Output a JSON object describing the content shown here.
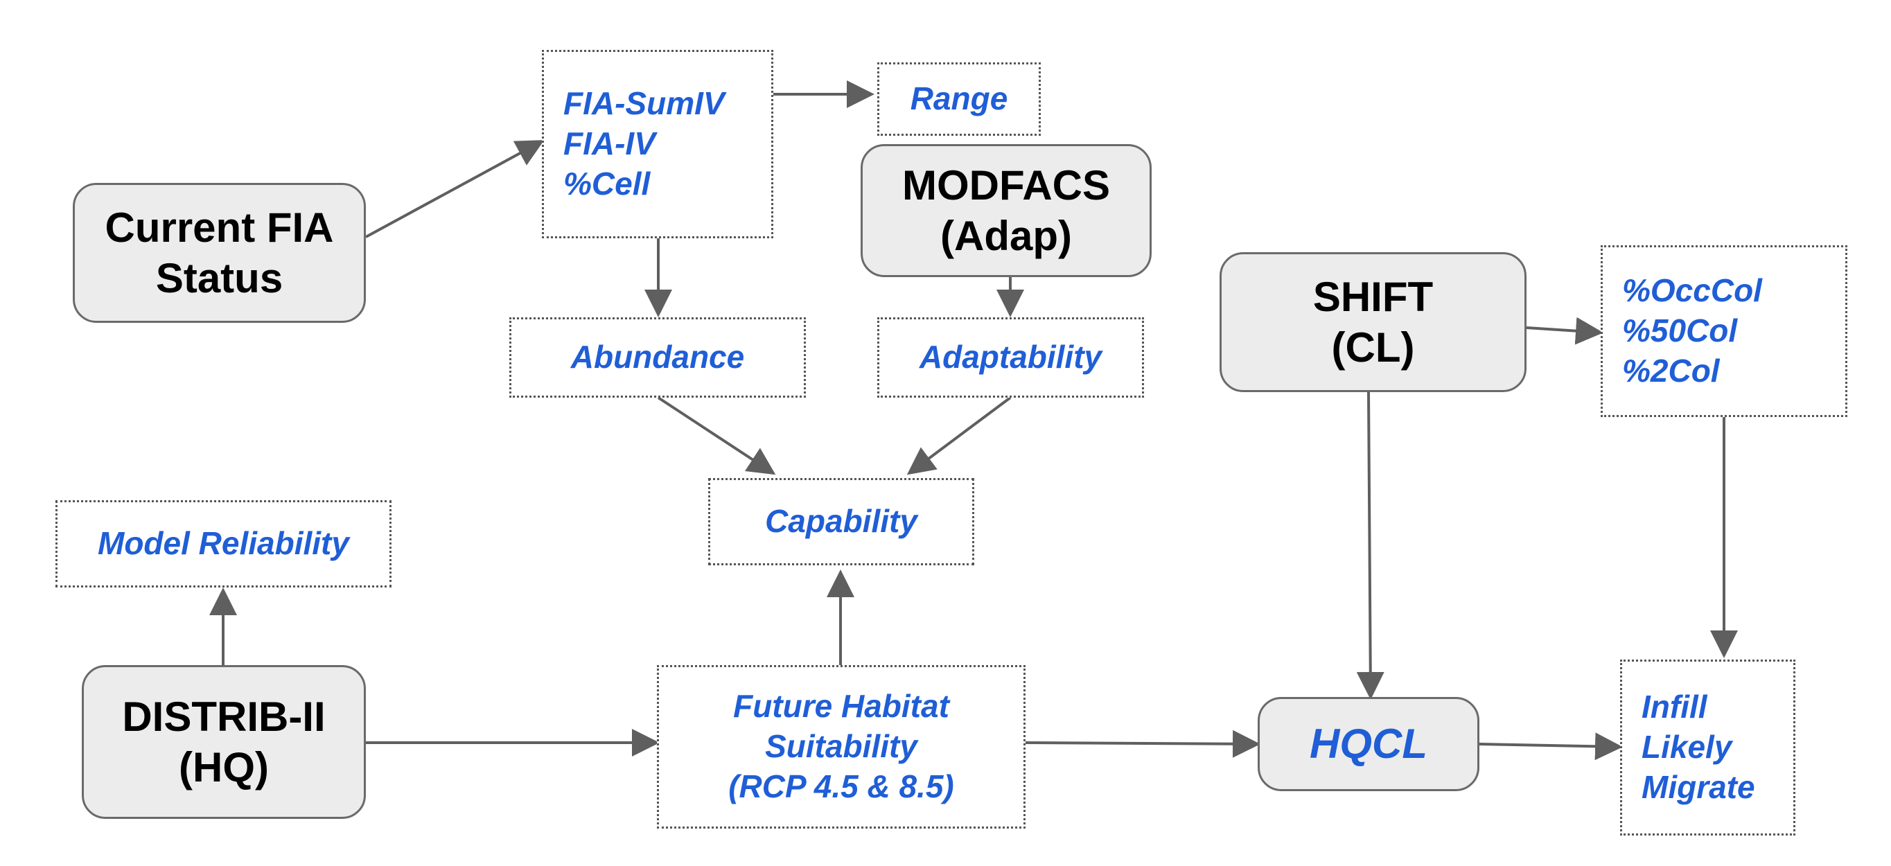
{
  "colors": {
    "model_fill": "#ececec",
    "model_border": "#6a6a6a",
    "output_text": "#1f5ed6",
    "connector": "#5f5f5f"
  },
  "models": {
    "current_fia": [
      "Current FIA",
      "Status"
    ],
    "modfacs": [
      "MODFACS",
      "(Adap)"
    ],
    "shift": [
      "SHIFT",
      "(CL)"
    ],
    "distrib": [
      "DISTRIB-II",
      "(HQ)"
    ],
    "hqcl": [
      "HQCL"
    ]
  },
  "outputs": {
    "fia_metrics": [
      "FIA-SumIV",
      "FIA-IV",
      "%Cell"
    ],
    "range": [
      "Range"
    ],
    "abundance": [
      "Abundance"
    ],
    "adaptability": [
      "Adaptability"
    ],
    "capability": [
      "Capability"
    ],
    "model_reliability": [
      "Model Reliability"
    ],
    "future_habitat": [
      "Future Habitat",
      "Suitability",
      "(RCP 4.5 & 8.5)"
    ],
    "shift_metrics": [
      "%OccCol",
      "%50Col",
      "%2Col"
    ],
    "migration": [
      "Infill",
      "Likely",
      "Migrate"
    ]
  }
}
